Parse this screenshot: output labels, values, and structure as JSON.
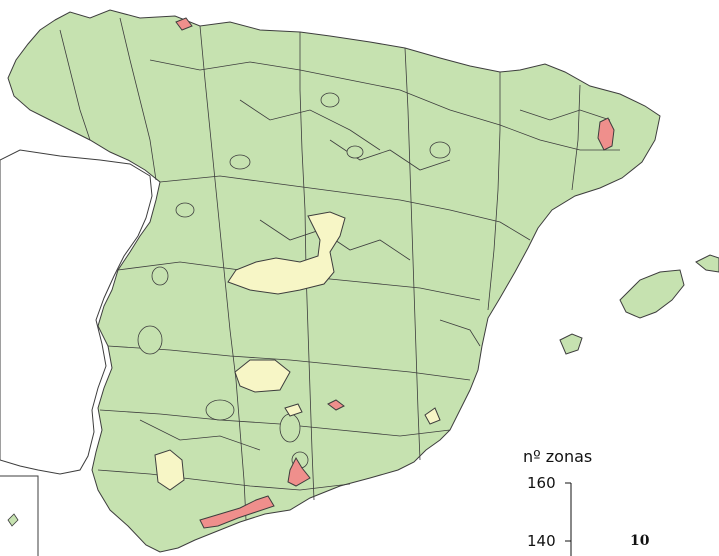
{
  "colors": {
    "base": "#c6e2b0",
    "low": "#f7f6c6",
    "high": "#ef8f8c",
    "border": "#3d3d3d",
    "water": "#ffffff"
  },
  "legend": {
    "title": "nº zonas",
    "ticks": [
      "160",
      "140"
    ],
    "bar_value": "10"
  },
  "chart_data": {
    "type": "map",
    "region": "Spain",
    "categories_colors": [
      "green (base)",
      "pale yellow",
      "red"
    ],
    "highlighted_count": "10"
  }
}
